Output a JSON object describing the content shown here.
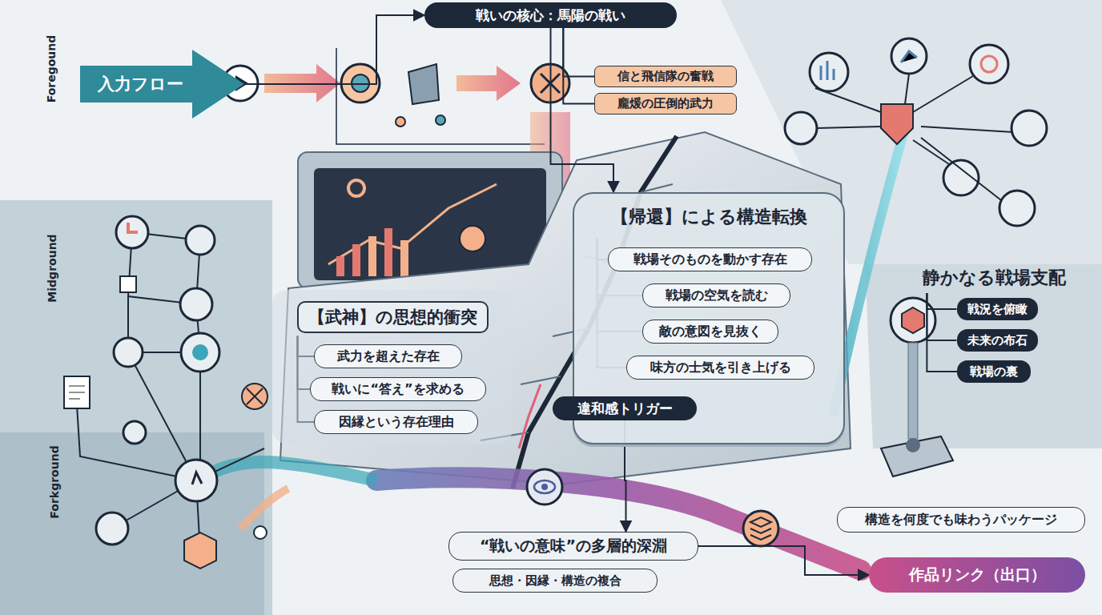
{
  "diagram": {
    "nodes": [
      {
        "text": [
          "入力フロー"
        ]
      },
      {
        "text": [
          "戦いの核心：馬陽の戦い"
        ]
      },
      {
        "text": [
          "信と飛信隊の奮戦"
        ]
      },
      {
        "text": [
          "龐煖の圧倒的武力"
        ]
      },
      {
        "text": [
          "【帰還】による構造転換"
        ]
      },
      {
        "text": [
          "戦場そのものを動かす存在"
        ],
        "in": 4
      },
      {
        "text": [
          "戦場の空気を読む"
        ],
        "in": 4
      },
      {
        "text": [
          "敵の意図を見抜く"
        ],
        "in": 4
      },
      {
        "text": [
          "味方の士気を引き上げる"
        ],
        "in": 4
      },
      {
        "text": [
          "【武神】の思想的衝突"
        ]
      },
      {
        "text": [
          "武力を超えた存在"
        ],
        "in": 9
      },
      {
        "text": [
          "戦いに“答え”を求める"
        ],
        "in": 9
      },
      {
        "text": [
          "因縁という存在理由"
        ],
        "in": 9
      },
      {
        "text": [
          "違和感トリガー"
        ]
      },
      {
        "text": [
          "静かなる戦場支配"
        ]
      },
      {
        "text": [
          "戦況を俯瞰"
        ]
      },
      {
        "text": [
          "未来の布石"
        ]
      },
      {
        "text": [
          "戦場の裏"
        ]
      },
      {
        "text": [
          "“戦いの意味”の多層的深淵"
        ]
      },
      {
        "text": [
          "思想・因縁・構造の複合"
        ]
      },
      {
        "text": [
          "構造を何度でも味わうパッケージ"
        ]
      },
      {
        "text": [
          "作品リンク（出口）"
        ]
      }
    ],
    "edges": [
      {
        "from": 0,
        "to": 1,
        "arrow": "to"
      },
      {
        "from": 1,
        "to": 2,
        "arrow": "none"
      },
      {
        "from": 1,
        "to": 3,
        "arrow": "none"
      },
      {
        "from": 1,
        "to": 4,
        "arrow": "to"
      },
      {
        "from": 4,
        "to": 5,
        "arrow": "none"
      },
      {
        "from": 4,
        "to": 6,
        "arrow": "none"
      },
      {
        "from": 4,
        "to": 7,
        "arrow": "none"
      },
      {
        "from": 4,
        "to": 8,
        "arrow": "none"
      },
      {
        "from": 9,
        "to": 10,
        "arrow": "none"
      },
      {
        "from": 9,
        "to": 11,
        "arrow": "none"
      },
      {
        "from": 9,
        "to": 12,
        "arrow": "none"
      },
      {
        "from": 13,
        "to": 18,
        "arrow": "to"
      },
      {
        "from": 18,
        "to": 21,
        "arrow": "to"
      },
      {
        "from": 14,
        "to": 15,
        "arrow": "none"
      },
      {
        "from": 14,
        "to": 16,
        "arrow": "none"
      },
      {
        "from": 14,
        "to": 17,
        "arrow": "none"
      }
    ],
    "labels": [
      "Foregound",
      "Midground",
      "Forkground"
    ]
  }
}
